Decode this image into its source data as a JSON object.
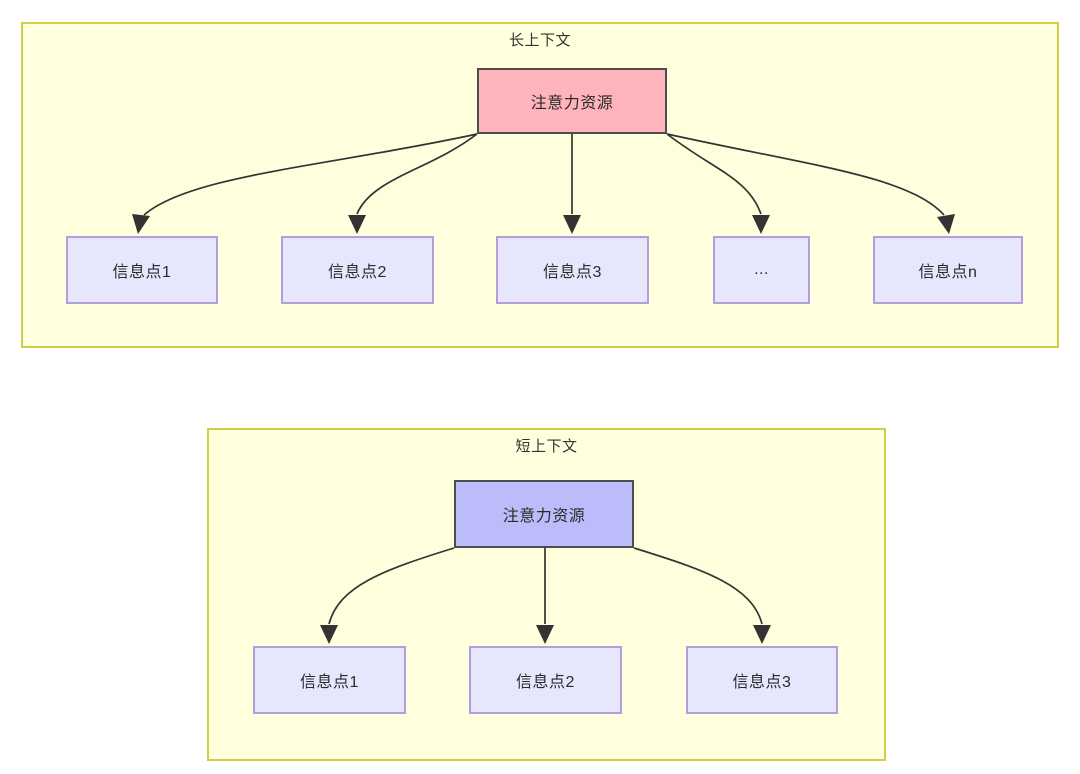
{
  "diagram": {
    "type": "flow-tree",
    "colors": {
      "container_fill": "#ffffdd",
      "container_border": "#cfcf48",
      "root_long_fill": "#ffb3ba",
      "root_short_fill": "#bdbcfa",
      "root_border": "#4d4d4d",
      "leaf_fill": "#e6e6fd",
      "leaf_border": "#b39ddb",
      "edge_stroke": "#333333",
      "text": "#2b2b2b"
    },
    "groups": [
      {
        "id": "long-context",
        "title": "长上下文",
        "root": {
          "label": "注意力资源"
        },
        "leaves": [
          {
            "label": "信息点1"
          },
          {
            "label": "信息点2"
          },
          {
            "label": "信息点3"
          },
          {
            "label": "..."
          },
          {
            "label": "信息点n"
          }
        ]
      },
      {
        "id": "short-context",
        "title": "短上下文",
        "root": {
          "label": "注意力资源"
        },
        "leaves": [
          {
            "label": "信息点1"
          },
          {
            "label": "信息点2"
          },
          {
            "label": "信息点3"
          }
        ]
      }
    ]
  }
}
